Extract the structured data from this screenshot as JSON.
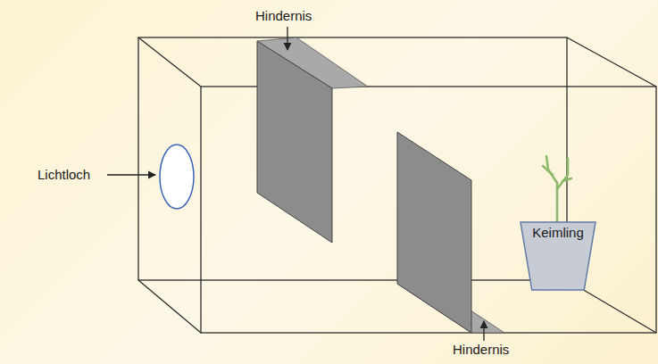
{
  "diagram": {
    "nodes": [
      {
        "text": [
          "Keimling"
        ]
      }
    ],
    "labels": [
      "Hindernis",
      "Lichtloch",
      "Hindernis"
    ]
  }
}
